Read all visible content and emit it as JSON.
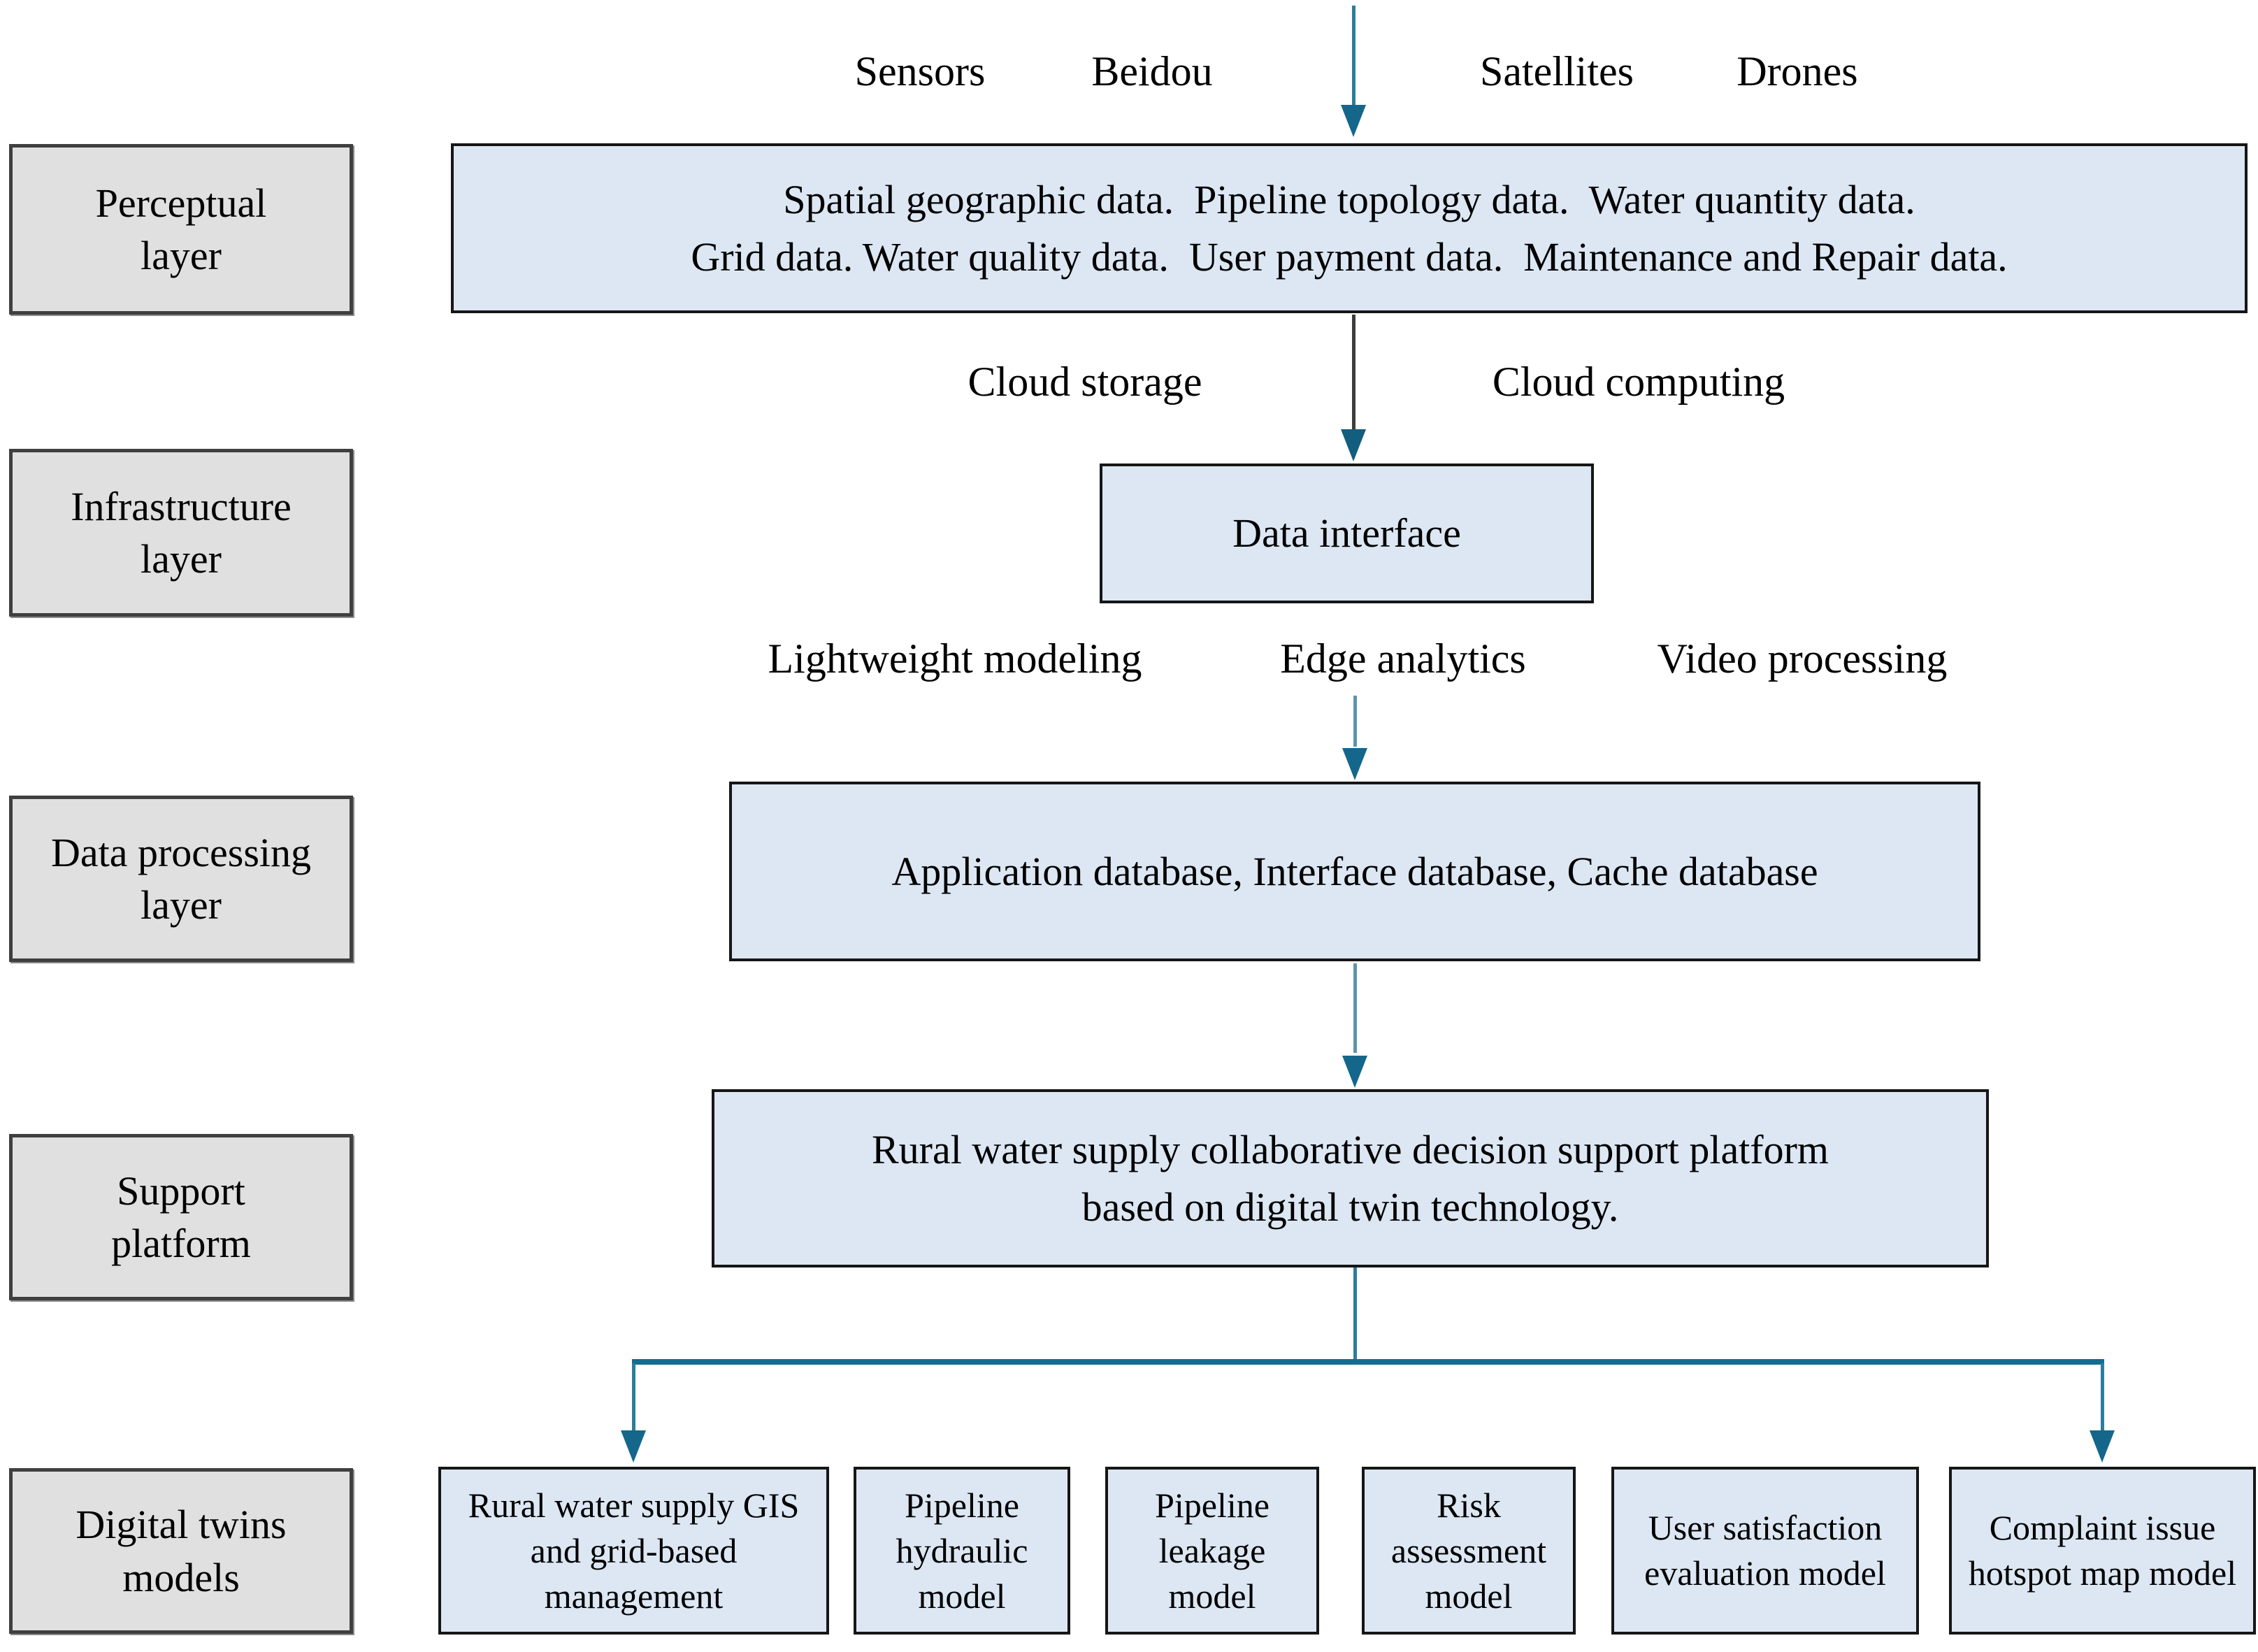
{
  "colors": {
    "box_fill_blue": "#dce7f3",
    "box_fill_gray": "#e0e0e0",
    "blue_box_border": "#161616",
    "gray_box_border": "#3f3f3f",
    "arrow_head_teal": "#14678a",
    "arrow_line_teal": "#2c7d9c",
    "arrow_line_teal_light": "#5b95ad",
    "arrow_line_gray": "#3d3d3d",
    "branch_line_teal": "#106e90"
  },
  "sources": {
    "sensors": "Sensors",
    "beidou": "Beidou",
    "satellites": "Satellites",
    "drones": "Drones"
  },
  "perceptual": {
    "label": "Perceptual\nlayer",
    "data_box": "Spatial geographic data.  Pipeline topology data.  Water quantity data.\nGrid data. Water quality data.  User payment data.  Maintenance and Repair data."
  },
  "infrastructure": {
    "label": "Infrastructure\nlayer",
    "cloud_storage": "Cloud storage",
    "cloud_computing": "Cloud computing",
    "data_interface": "Data interface"
  },
  "data_processing": {
    "label": "Data processing\nlayer",
    "lightweight_modeling": "Lightweight modeling",
    "edge_analytics": "Edge analytics",
    "video_processing": "Video processing",
    "database_box": "Application database, Interface database, Cache database"
  },
  "support_platform": {
    "label": "Support\nplatform",
    "platform_box": "Rural water supply collaborative decision support platform\nbased on digital twin technology."
  },
  "digital_twins": {
    "label": "Digital twins\nmodels",
    "models": [
      "Rural water supply GIS and grid-based management",
      "Pipeline hydraulic model",
      "Pipeline leakage model",
      "Risk assessment model",
      "User satisfaction evaluation model",
      "Complaint issue hotspot map model"
    ]
  }
}
